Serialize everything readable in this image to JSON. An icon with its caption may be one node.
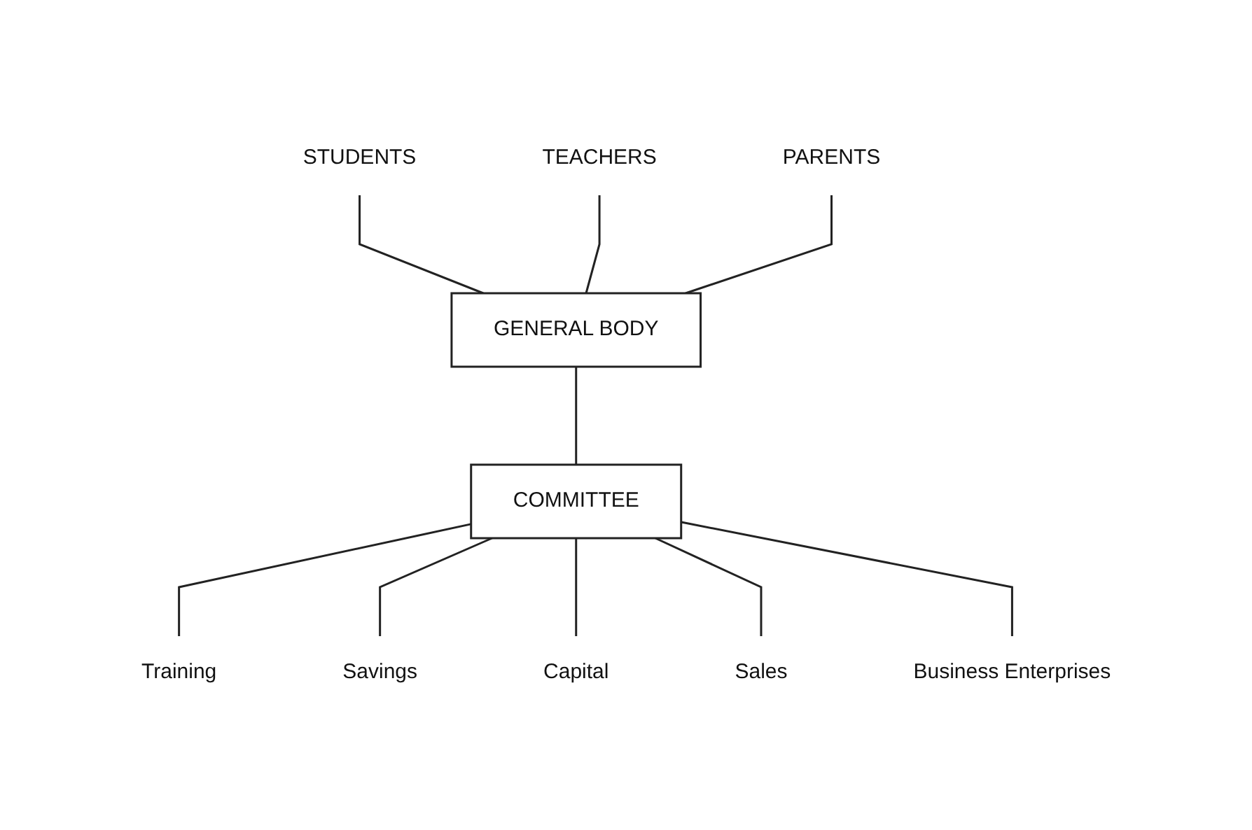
{
  "diagram": {
    "nodes": [
      {
        "text": [
          "STUDENTS"
        ]
      },
      {
        "text": [
          "TEACHERS"
        ]
      },
      {
        "text": [
          "PARENTS"
        ]
      },
      {
        "text": [
          "GENERAL BODY"
        ]
      },
      {
        "text": [
          "COMMITTEE"
        ]
      },
      {
        "text": [
          "Training"
        ]
      },
      {
        "text": [
          "Savings"
        ]
      },
      {
        "text": [
          "Capital"
        ]
      },
      {
        "text": [
          "Sales"
        ]
      },
      {
        "text": [
          "Business Enterprises"
        ]
      }
    ],
    "edges": [
      {
        "from": 0,
        "to": 3,
        "arrow": "none"
      },
      {
        "from": 1,
        "to": 3,
        "arrow": "none"
      },
      {
        "from": 2,
        "to": 3,
        "arrow": "none"
      },
      {
        "from": 3,
        "to": 4,
        "arrow": "none"
      },
      {
        "from": 4,
        "to": 5,
        "arrow": "none"
      },
      {
        "from": 4,
        "to": 6,
        "arrow": "none"
      },
      {
        "from": 4,
        "to": 7,
        "arrow": "none"
      },
      {
        "from": 4,
        "to": 8,
        "arrow": "none"
      },
      {
        "from": 4,
        "to": 9,
        "arrow": "none"
      }
    ]
  }
}
